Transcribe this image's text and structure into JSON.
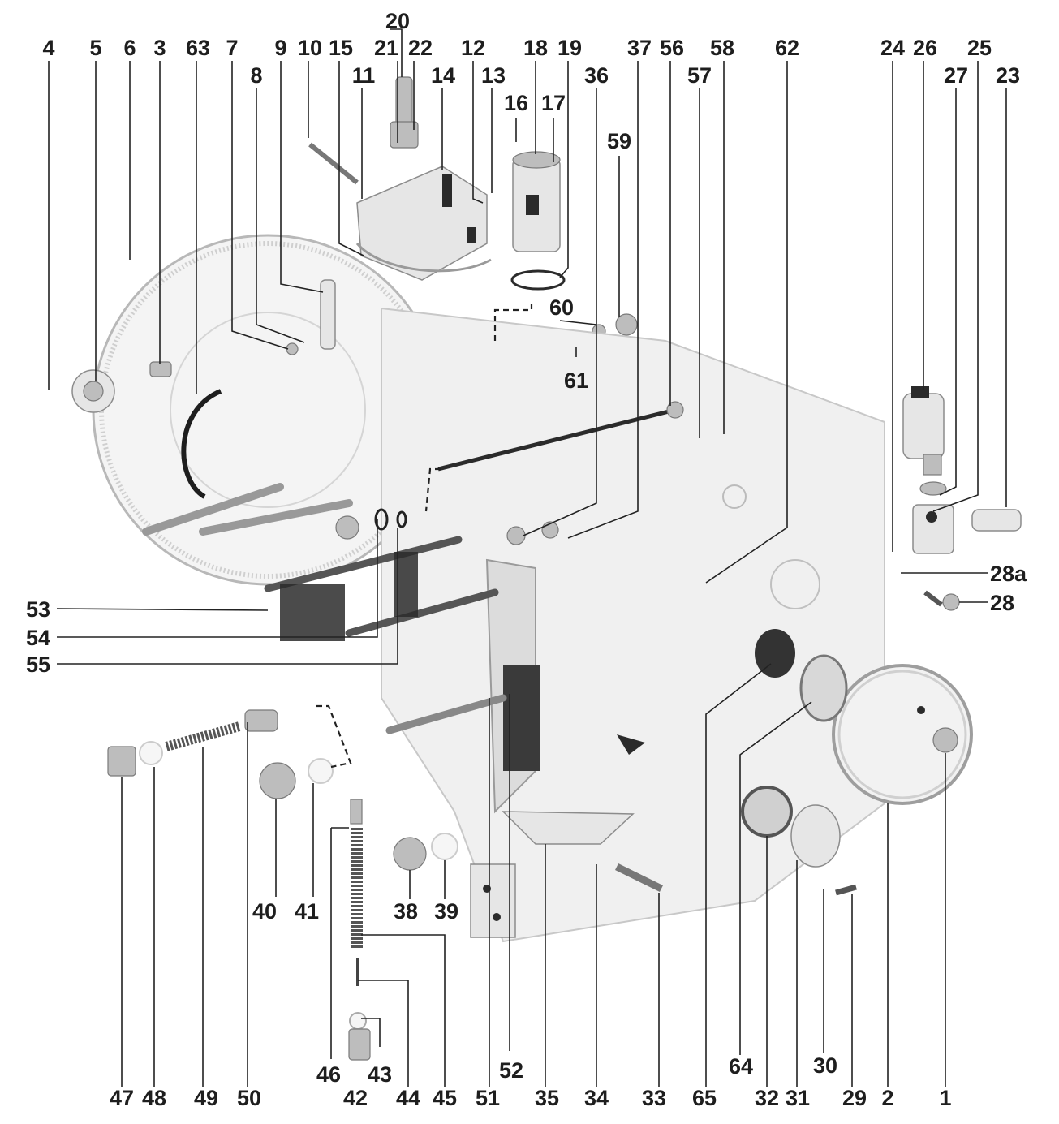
{
  "diagram": {
    "callouts": {
      "c4": "4",
      "c5": "5",
      "c6": "6",
      "c3": "3",
      "c63": "63",
      "c7": "7",
      "c8": "8",
      "c9": "9",
      "c10": "10",
      "c15": "15",
      "c11": "11",
      "c20": "20",
      "c21": "21",
      "c22": "22",
      "c14": "14",
      "c12": "12",
      "c13": "13",
      "c16": "16",
      "c18": "18",
      "c17": "17",
      "c19": "19",
      "c37": "37",
      "c36": "36",
      "c56": "56",
      "c58": "58",
      "c57": "57",
      "c59": "59",
      "c60": "60",
      "c61": "61",
      "c62": "62",
      "c24": "24",
      "c26": "26",
      "c25": "25",
      "c27": "27",
      "c23": "23",
      "c28a": "28a",
      "c28": "28",
      "c53": "53",
      "c54": "54",
      "c55": "55",
      "c47": "47",
      "c48": "48",
      "c49": "49",
      "c50": "50",
      "c40": "40",
      "c41": "41",
      "c46": "46",
      "c43": "43",
      "c42": "42",
      "c44": "44",
      "c45": "45",
      "c38": "38",
      "c39": "39",
      "c51": "51",
      "c52": "52",
      "c35": "35",
      "c34": "34",
      "c33": "33",
      "c65": "65",
      "c64": "64",
      "c32": "32",
      "c31": "31",
      "c30": "30",
      "c29": "29",
      "c2": "2",
      "c1": "1"
    }
  }
}
